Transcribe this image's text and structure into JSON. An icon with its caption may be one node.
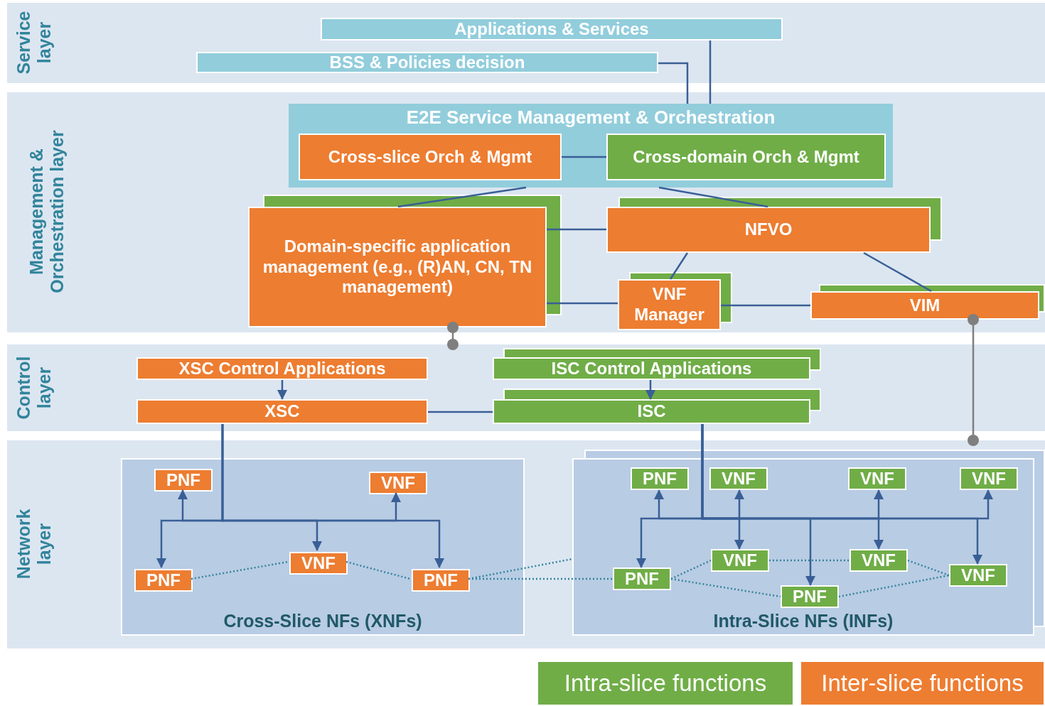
{
  "diagram": {
    "nodes": [
      {
        "text": [
          "Service layer"
        ]
      },
      {
        "text": [
          "Applications & Services"
        ],
        "in": 0
      },
      {
        "text": [
          "BSS & Policies decision"
        ],
        "in": 0
      },
      {
        "text": [
          "Management & Orchestration layer"
        ]
      },
      {
        "text": [
          "E2E Service Management & Orchestration"
        ],
        "in": 3
      },
      {
        "text": [
          "Cross-slice Orch & Mgmt"
        ],
        "in": 4
      },
      {
        "text": [
          "Cross-domain Orch & Mgmt"
        ],
        "in": 4
      },
      {
        "text": [
          "Domain-specific application management (e.g., (R)AN, CN, TN management)"
        ],
        "in": 3
      },
      {
        "text": [
          "NFVO"
        ],
        "in": 3
      },
      {
        "text": [
          "VNF Manager"
        ],
        "in": 3
      },
      {
        "text": [
          "VIM"
        ],
        "in": 3
      },
      {
        "text": [
          "Control layer"
        ]
      },
      {
        "text": [
          "XSC Control Applications"
        ],
        "in": 11
      },
      {
        "text": [
          "ISC Control Applications"
        ],
        "in": 11
      },
      {
        "text": [
          "XSC"
        ],
        "in": 11
      },
      {
        "text": [
          "ISC"
        ],
        "in": 11
      },
      {
        "text": [
          "Network layer"
        ]
      },
      {
        "text": [
          "Cross-Slice NFs (XNFs)"
        ],
        "in": 16
      },
      {
        "text": [
          "PNF"
        ],
        "in": 17
      },
      {
        "text": [
          "VNF"
        ],
        "in": 17
      },
      {
        "text": [
          "PNF"
        ],
        "in": 17
      },
      {
        "text": [
          "VNF"
        ],
        "in": 17
      },
      {
        "text": [
          "PNF"
        ],
        "in": 17
      },
      {
        "text": [
          "Intra-Slice NFs (INFs)"
        ],
        "in": 16
      },
      {
        "text": [
          "PNF"
        ],
        "in": 23
      },
      {
        "text": [
          "VNF"
        ],
        "in": 23
      },
      {
        "text": [
          "VNF"
        ],
        "in": 23
      },
      {
        "text": [
          "VNF"
        ],
        "in": 23
      },
      {
        "text": [
          "PNF"
        ],
        "in": 23
      },
      {
        "text": [
          "VNF"
        ],
        "in": 23
      },
      {
        "text": [
          "PNF"
        ],
        "in": 23
      },
      {
        "text": [
          "VNF"
        ],
        "in": 23
      },
      {
        "text": [
          "VNF"
        ],
        "in": 23
      }
    ],
    "edges": [
      {
        "from": 1,
        "to": 4,
        "arrow": "none"
      },
      {
        "from": 2,
        "to": 4,
        "arrow": "none"
      },
      {
        "from": 5,
        "to": 6,
        "arrow": "none"
      },
      {
        "from": 4,
        "to": 7,
        "arrow": "none"
      },
      {
        "from": 4,
        "to": 8,
        "arrow": "none"
      },
      {
        "from": 7,
        "to": 8,
        "arrow": "none"
      },
      {
        "from": 8,
        "to": 9,
        "arrow": "none"
      },
      {
        "from": 8,
        "to": 10,
        "arrow": "none"
      },
      {
        "from": 7,
        "to": 9,
        "arrow": "none"
      },
      {
        "from": 9,
        "to": 10,
        "arrow": "none"
      },
      {
        "from": 7,
        "to": 11,
        "arrow": "other",
        "color": "#7f7f7f"
      },
      {
        "from": 10,
        "to": 16,
        "arrow": "other",
        "color": "#7f7f7f"
      },
      {
        "from": 12,
        "to": 14,
        "arrow": "to"
      },
      {
        "from": 13,
        "to": 15,
        "arrow": "to"
      },
      {
        "from": 14,
        "to": 15,
        "arrow": "none"
      },
      {
        "from": 14,
        "to": 18,
        "arrow": "to"
      },
      {
        "from": 14,
        "to": 19,
        "arrow": "to"
      },
      {
        "from": 14,
        "to": 20,
        "arrow": "to"
      },
      {
        "from": 14,
        "to": 21,
        "arrow": "to"
      },
      {
        "from": 14,
        "to": 22,
        "arrow": "to"
      },
      {
        "from": 15,
        "to": 24,
        "arrow": "to"
      },
      {
        "from": 15,
        "to": 25,
        "arrow": "to"
      },
      {
        "from": 15,
        "to": 26,
        "arrow": "to"
      },
      {
        "from": 15,
        "to": 27,
        "arrow": "to"
      },
      {
        "from": 15,
        "to": 28,
        "arrow": "to"
      },
      {
        "from": 15,
        "to": 29,
        "arrow": "to"
      },
      {
        "from": 15,
        "to": 30,
        "arrow": "to"
      },
      {
        "from": 15,
        "to": 31,
        "arrow": "to"
      },
      {
        "from": 15,
        "to": 32,
        "arrow": "to"
      },
      {
        "from": 20,
        "to": 21,
        "arrow": "none",
        "style": "dashed",
        "color": "#31849b"
      },
      {
        "from": 21,
        "to": 22,
        "arrow": "none",
        "style": "dashed",
        "color": "#31849b"
      },
      {
        "from": 22,
        "to": 23,
        "arrow": "none",
        "style": "dashed",
        "color": "#31849b"
      },
      {
        "from": 22,
        "to": 28,
        "arrow": "none",
        "style": "dashed",
        "color": "#31849b"
      },
      {
        "from": 28,
        "to": 29,
        "arrow": "none",
        "style": "dashed",
        "color": "#31849b"
      },
      {
        "from": 28,
        "to": 30,
        "arrow": "none",
        "style": "dashed",
        "color": "#31849b"
      },
      {
        "from": 29,
        "to": 31,
        "arrow": "none",
        "style": "dashed",
        "color": "#31849b"
      },
      {
        "from": 31,
        "to": 32,
        "arrow": "none",
        "style": "dashed",
        "color": "#31849b"
      },
      {
        "from": 30,
        "to": 32,
        "arrow": "none",
        "style": "dashed",
        "color": "#31849b"
      }
    ],
    "legend": [
      {
        "text": "Intra-slice functions",
        "color": "#70ad47"
      },
      {
        "text": "Inter-slice functions",
        "color": "#ed7d31"
      }
    ]
  }
}
